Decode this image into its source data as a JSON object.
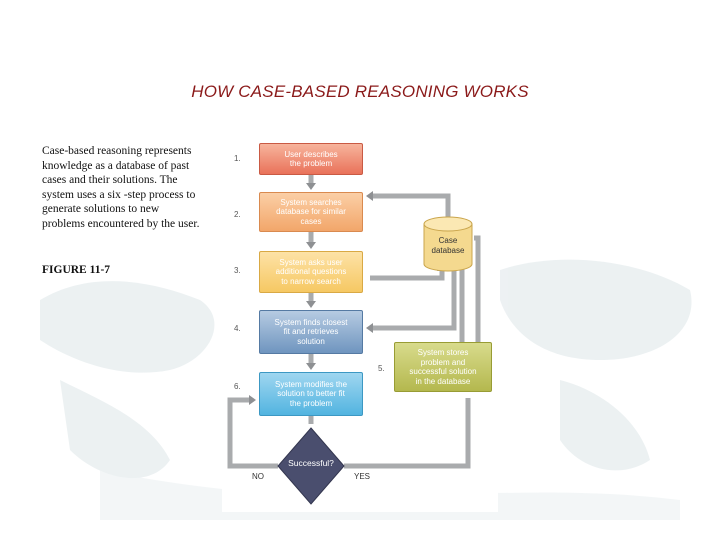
{
  "slide": {
    "title": "HOW CASE-BASED REASONING WORKS",
    "caption": "Case-based reasoning represents knowledge as a database of past cases and their solutions. The system uses a six -step process to generate solutions to new problems encountered by the user.",
    "figure_label": "FIGURE 11-7"
  },
  "diagram": {
    "steps": [
      {
        "num": "1.",
        "lines": [
          "User describes",
          "the problem"
        ]
      },
      {
        "num": "2.",
        "lines": [
          "System searches",
          "database for similar",
          "cases"
        ]
      },
      {
        "num": "3.",
        "lines": [
          "System asks user",
          "additional questions",
          "to narrow search"
        ]
      },
      {
        "num": "4.",
        "lines": [
          "System finds closest",
          "fit and retrieves",
          "solution"
        ]
      },
      {
        "num": "5.",
        "lines": [
          "System stores",
          "problem and",
          "successful solution",
          "in the database"
        ]
      },
      {
        "num": "6.",
        "lines": [
          "System modifies the",
          "solution to better fit",
          "the problem"
        ]
      }
    ],
    "database": {
      "lines": [
        "Case",
        "database"
      ]
    },
    "decision": {
      "label": "Successful?",
      "no": "NO",
      "yes": "YES"
    }
  },
  "colors": {
    "title": "#8b1a1a",
    "step1": "#e9725a",
    "step2": "#f2a66a",
    "step3": "#f6c863",
    "step4": "#6f95bf",
    "step5": "#b4b84e",
    "step6": "#52b4e0",
    "decision": "#4a4e6e",
    "connector": "#a9abad"
  }
}
